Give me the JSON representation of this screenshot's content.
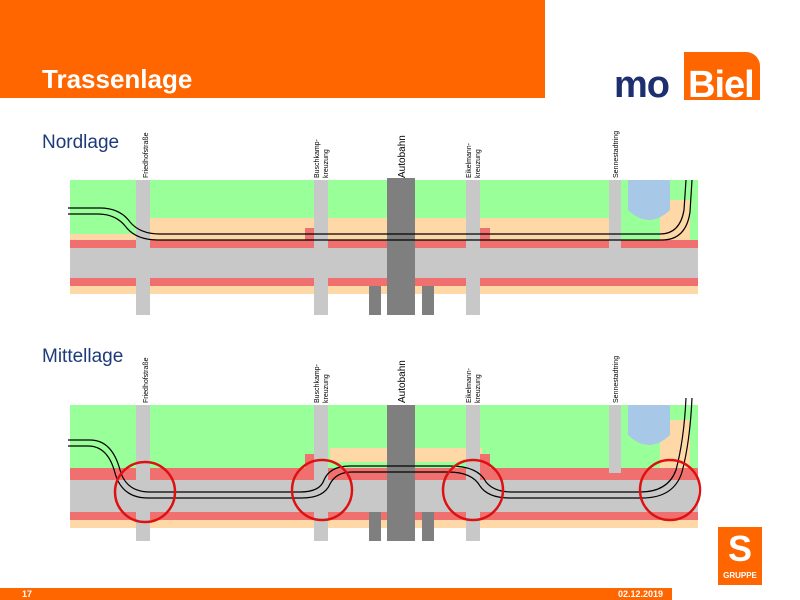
{
  "title": "Trassenlage",
  "logo": {
    "part1": "mo",
    "part2": "Biel"
  },
  "sections": [
    {
      "label": "Nordlage",
      "streets": {
        "s1": "Friedhofstraße",
        "s2a": "Buschkamp-",
        "s2b": "kreuzung",
        "autobahn": "Autobahn",
        "s3a": "Eikelmann-",
        "s3b": "kreuzung",
        "s4": "Sennestadtring"
      }
    },
    {
      "label": "Mittellage",
      "streets": {
        "s1": "Friedhofstraße",
        "s2a": "Buschkamp-",
        "s2b": "kreuzung",
        "autobahn": "Autobahn",
        "s3a": "Eikelmann-",
        "s3b": "kreuzung",
        "s4": "Sennestadtring"
      }
    }
  ],
  "footer": {
    "page": "17",
    "date": "02.12.2019"
  },
  "gruppe": {
    "symbol": "S",
    "label": "GRUPPE"
  },
  "colors": {
    "brand_orange": "#ff6600",
    "navy": "#1d2f6f",
    "green": "#99ff99",
    "road": "#c8c8c8",
    "autobahn": "#7f7f7f",
    "red_band": "#f07070",
    "peach": "#ffd8a8",
    "water": "#a8c8e8",
    "circle": "#dd1111"
  }
}
